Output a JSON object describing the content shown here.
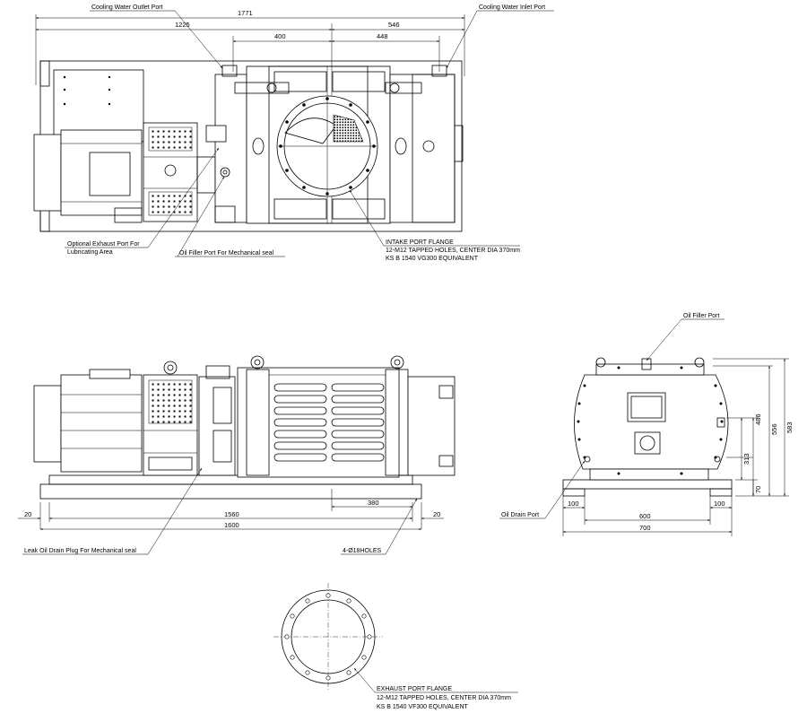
{
  "callouts": {
    "cooling_water_outlet": "Cooling Water Outlet Port",
    "cooling_water_inlet": "Cooling Water Inlet Port",
    "optional_exhaust_line1": "Optional Exhaust Port For",
    "optional_exhaust_line2": "Lubricating Area",
    "oil_filler_mech_seal": "Oil Filler Port For Mechanical seal",
    "intake_flange_line1": "INTAKE PORT FLANGE",
    "intake_flange_line2": "12-M12 TAPPED HOLES, CENTER DIA 370mm",
    "intake_flange_line3": "KS B 1540 VG300 EQUIVALENT",
    "oil_filler_port": "Oil Filler Port",
    "oil_drain_port": "Oil Drain Port",
    "leak_oil_drain": "Leak Oil Drain Plug For Mechanical seal",
    "holes": "4-Ø18HOLES",
    "exhaust_flange_line1": "EXHAUST PORT FLANGE",
    "exhaust_flange_line2": "12-M12 TAPPED HOLES, CENTER DIA 370mm",
    "exhaust_flange_line3": "KS B 1540 VF300 EQUIVALENT"
  },
  "dimensions": {
    "top": {
      "overall": "1771",
      "left": "1225",
      "right": "546",
      "mid_left": "400",
      "mid_right": "448"
    },
    "front": {
      "edge_left": "20",
      "edge_right": "20",
      "base_inner": "1560",
      "base_overall": "1600",
      "holes_pitch": "380"
    },
    "side": {
      "h_583": "583",
      "h_556": "556",
      "h_486": "486",
      "h_313": "313",
      "h_70": "70",
      "w_100_left": "100",
      "w_600": "600",
      "w_100_right": "100",
      "w_700": "700"
    }
  }
}
